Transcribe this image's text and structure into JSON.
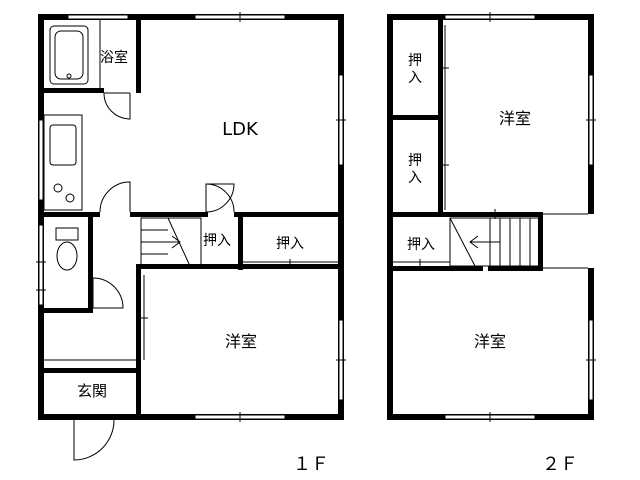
{
  "floor1": {
    "bath": "浴室",
    "ldk": "LDK",
    "closet_a": "押入",
    "closet_b": "押入",
    "western_room": "洋室",
    "entrance": "玄関",
    "floor_label": "１Ｆ"
  },
  "floor2": {
    "closet_a_top": "押",
    "closet_a_bottom": "入",
    "closet_b_top": "押",
    "closet_b_bottom": "入",
    "closet_c": "押入",
    "western_room_north": "洋室",
    "western_room_south": "洋室",
    "floor_label": "２Ｆ"
  }
}
